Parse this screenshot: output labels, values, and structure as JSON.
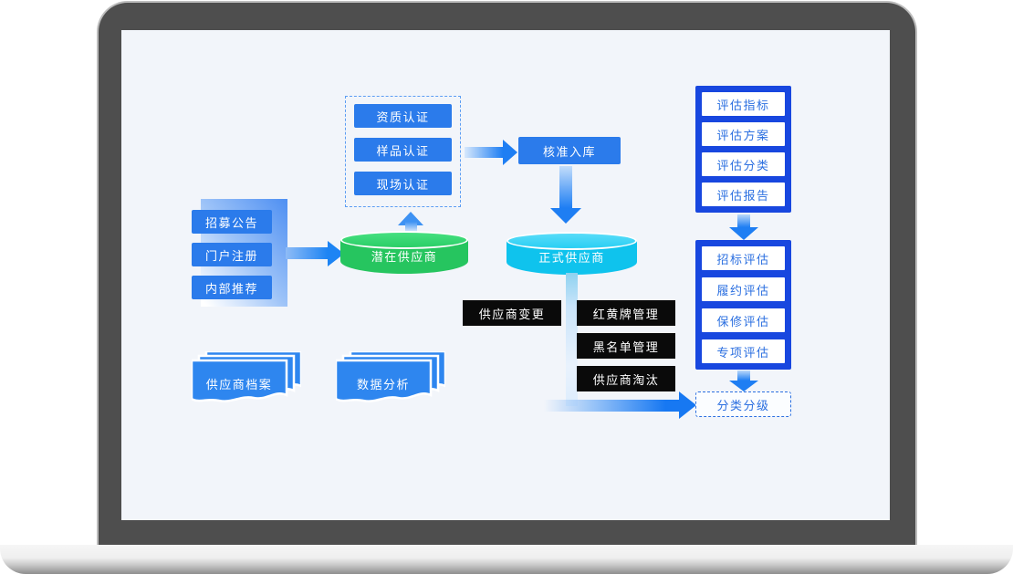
{
  "frame": {
    "device": "laptop-mockup"
  },
  "colors": {
    "primary_blue": "#2B7BEB",
    "navy": "#1847DF",
    "text_blue": "#2B6FE0",
    "arrow_blue": "#1E7EF3",
    "green_cylinder": "#26C55F",
    "cyan_cylinder": "#0FC3ED",
    "black_box": "#0A0A0A",
    "screen_bg": "#F2F5FA",
    "bezel": "#4E4E4E"
  },
  "diagram": {
    "recruit": {
      "items": [
        "招募公告",
        "门户注册",
        "内部推荐"
      ]
    },
    "certification": {
      "items": [
        "资质认证",
        "样品认证",
        "现场认证"
      ]
    },
    "approve": {
      "label": "核准入库"
    },
    "potential": {
      "label": "潜在供应商"
    },
    "formal": {
      "label": "正式供应商"
    },
    "eval_setup": {
      "items": [
        "评估指标",
        "评估方案",
        "评估分类",
        "评估报告"
      ]
    },
    "eval_exec": {
      "items": [
        "招标评估",
        "履约评估",
        "保修评估",
        "专项评估"
      ]
    },
    "grading": {
      "label": "分类分级"
    },
    "change": {
      "label": "供应商变更"
    },
    "discipline": {
      "items": [
        "红黄牌管理",
        "黑名单管理",
        "供应商淘汰"
      ]
    },
    "documents": {
      "items": [
        "供应商档案",
        "数据分析"
      ]
    }
  }
}
